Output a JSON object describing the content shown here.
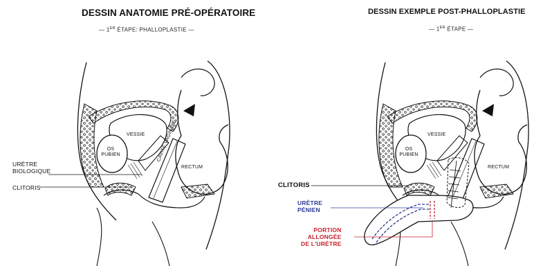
{
  "left_panel": {
    "title": "DESSIN ANATOMIE PRÉ-OPÉRATOIRE",
    "subtitle_pre": "— 1",
    "subtitle_sup": "ER",
    "subtitle_post": " ÉTAPE: PHALLOPLASTIE —",
    "labels": {
      "uretre_bio_1": "URÈTRE",
      "uretre_bio_2": "BIOLOGIQUE",
      "clitoris": "CLITORIS",
      "vessie": "VESSIE",
      "os_1": "OS",
      "os_2": "PUBIEN",
      "rectum": "RECTUM",
      "cavite": "CAVITÉ VAGINALE"
    }
  },
  "right_panel": {
    "title": "DESSIN EXEMPLE POST-PHALLOPLASTIE",
    "subtitle_pre": "— 1",
    "subtitle_sup": "ER",
    "subtitle_post": " ÉTAPE —",
    "labels": {
      "clitoris": "CLITORIS",
      "uretre_pen_1": "URÈTRE",
      "uretre_pen_2": "PÉNIEN",
      "portion_1": "PORTION",
      "portion_2": "ALLONGÉE",
      "portion_3": "DE L'URÈTRE",
      "vessie": "VESSIE",
      "os_1": "OS",
      "os_2": "PUBIEN",
      "rectum": "RECTUM"
    }
  },
  "colors": {
    "line": "#111111",
    "uretre_penien": "#2b3b95",
    "portion_allongee": "#c4232e"
  }
}
